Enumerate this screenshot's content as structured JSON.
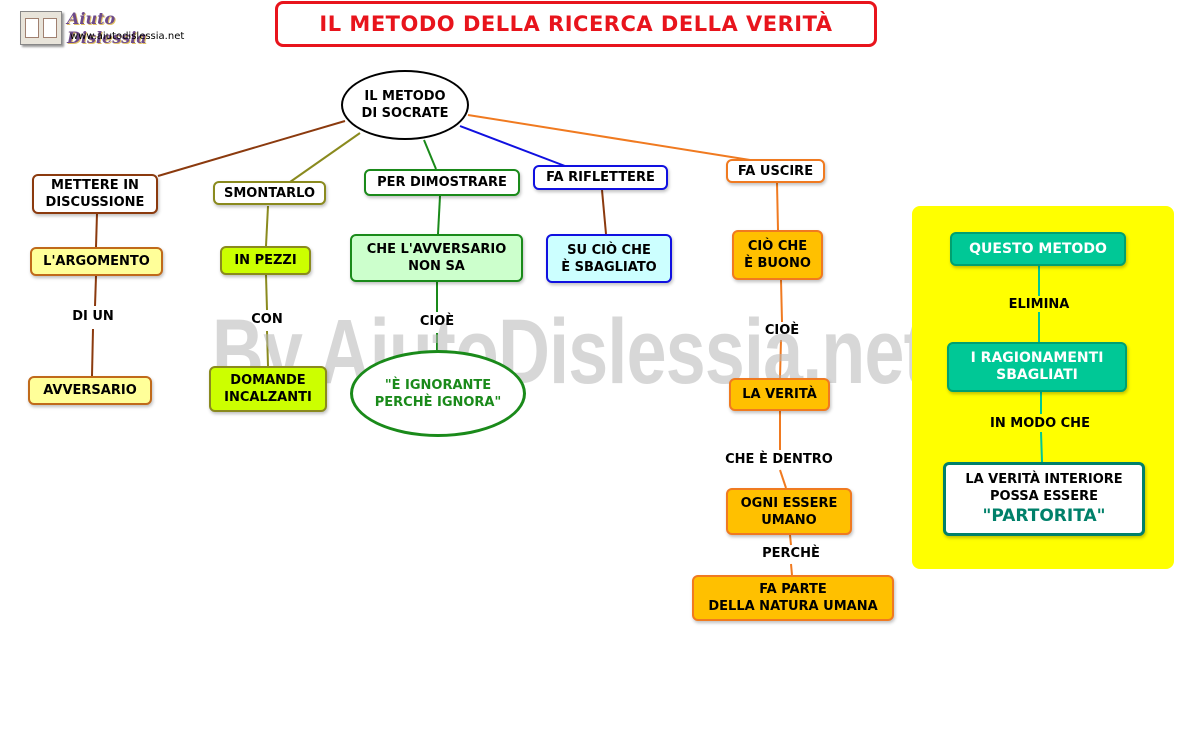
{
  "logo": {
    "name": "Aiuto Dislessia",
    "url": "www.aiutodislessia.net"
  },
  "title": "IL METODO DELLA RICERCA DELLA VERITÀ",
  "watermark": "By AiutoDislessia.net",
  "root": "IL METODO\nDI SOCRATE",
  "branch1": {
    "head": "METTERE IN\nDISCUSSIONE",
    "n2": "L'ARGOMENTO",
    "link": "DI UN",
    "n3": "AVVERSARIO"
  },
  "branch2": {
    "head": "SMONTARLO",
    "n2": "IN PEZZI",
    "link": "CON",
    "n3": "DOMANDE\nINCALZANTI"
  },
  "branch3": {
    "head": "PER DIMOSTRARE",
    "n2": "CHE L'AVVERSARIO\nNON SA",
    "link": "CIOÈ",
    "n3": "\"È IGNORANTE\nPERCHÈ IGNORA\""
  },
  "branch4": {
    "head": "FA RIFLETTERE",
    "n2": "SU CIÒ CHE\nÈ SBAGLIATO"
  },
  "branch5": {
    "head": "FA USCIRE",
    "n2": "CIÒ CHE\nÈ BUONO",
    "link1": "CIOÈ",
    "n3": "LA VERITÀ",
    "link2": "CHE È DENTRO",
    "n4": "OGNI ESSERE\nUMANO",
    "link3": "PERCHÈ",
    "n5": "FA PARTE\nDELLA NATURA UMANA"
  },
  "sidebox": {
    "n1": "QUESTO METODO",
    "link1": "ELIMINA",
    "n2": "I RAGIONAMENTI\nSBAGLIATI",
    "link2": "IN MODO CHE",
    "n3_line1": "LA VERITÀ INTERIORE",
    "n3_line2": "POSSA ESSERE",
    "n3_emph": "\"PARTORITA\""
  },
  "colors": {
    "title_border": "#e8141c",
    "title_text": "#e8141c",
    "sidebox_bg": "#ffff00",
    "teal": "#00c896",
    "branch1": "#8b3a0e",
    "branch2": "#8a8a1e",
    "branch3": "#1a8a1a",
    "branch4": "#1010e0",
    "branch5": "#f07a20"
  }
}
